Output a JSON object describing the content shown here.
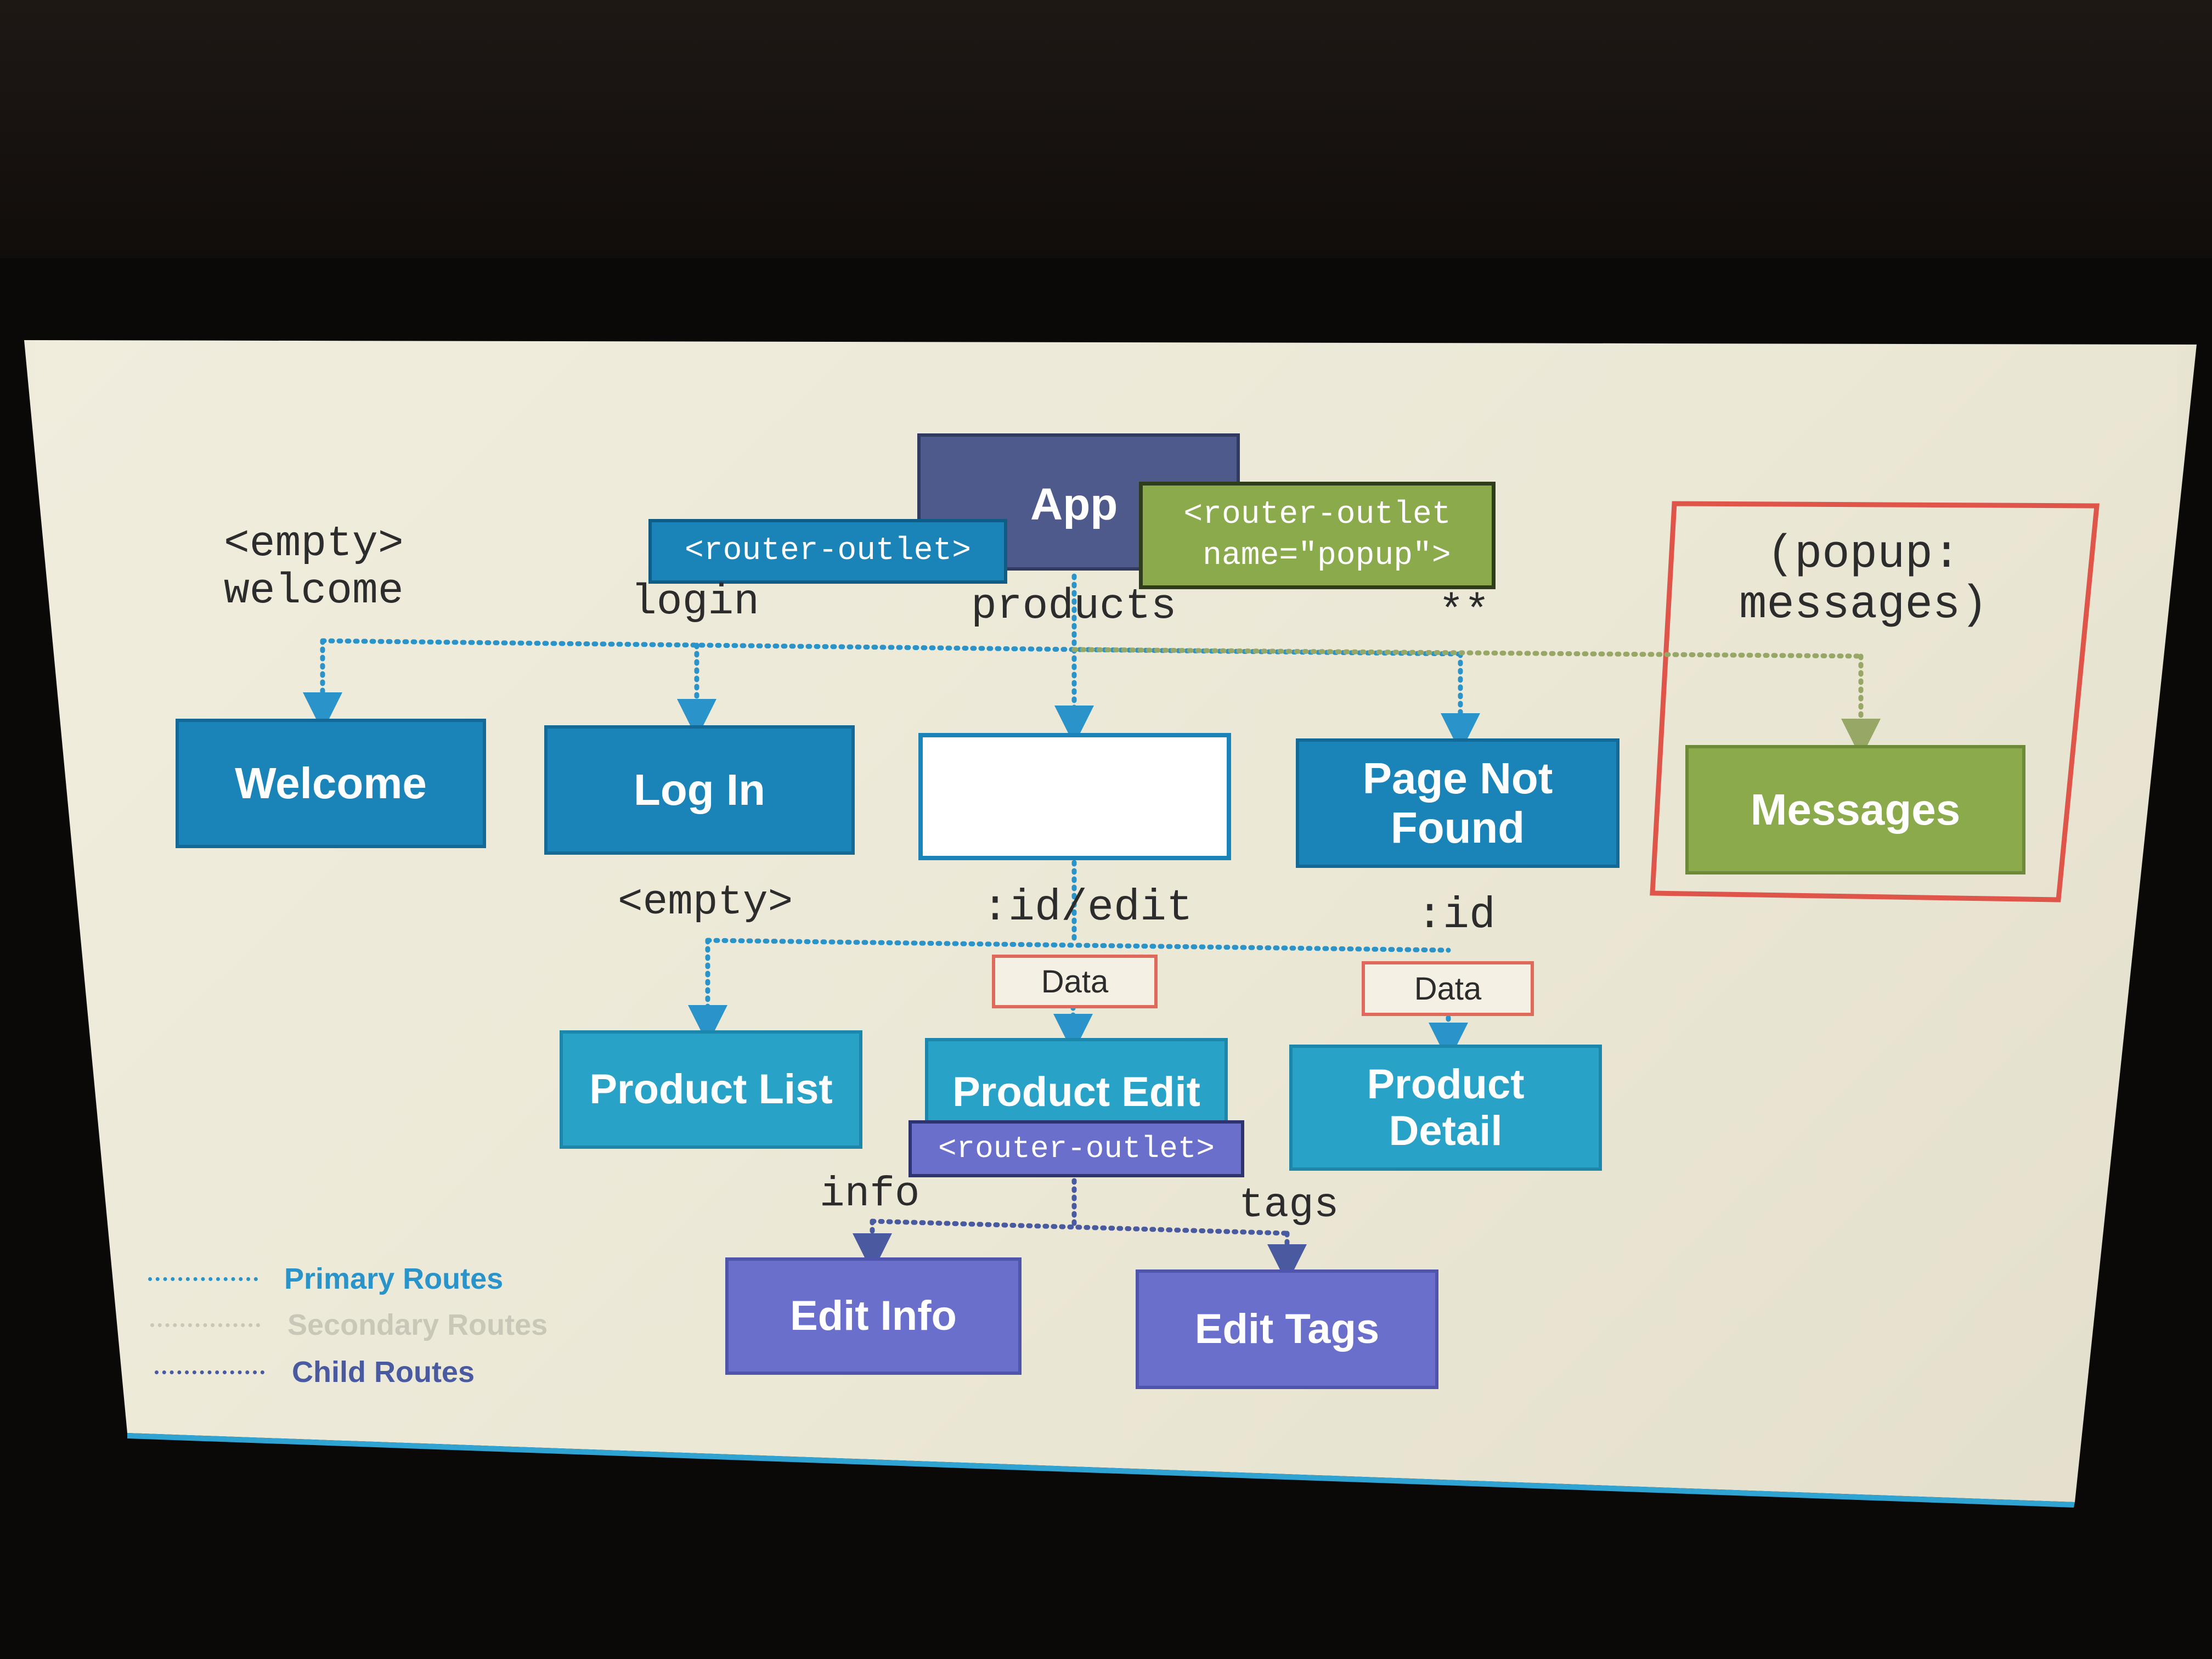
{
  "nodes": {
    "app": "App",
    "welcome": "Welcome",
    "login": "Log In",
    "products": "",
    "page_not_found": "Page Not Found",
    "messages": "Messages",
    "product_list": "Product List",
    "product_edit": "Product Edit",
    "product_detail": "Product Detail",
    "edit_info": "Edit Info",
    "edit_tags": "Edit Tags"
  },
  "outlets": {
    "primary": "<router-outlet>",
    "popup": "<router-outlet\n name=\"popup\">",
    "child": "<router-outlet>"
  },
  "route_paths": {
    "welcome": "<empty>\nwelcome",
    "login": "login",
    "products": "products",
    "wildcard": "**",
    "popup_messages": "(popup:\nmessages)",
    "product_list": "<empty>",
    "product_edit": ":id/edit",
    "product_detail": ":id",
    "edit_info": "info",
    "edit_tags": "tags"
  },
  "resolvers": {
    "product_edit": "Data",
    "product_detail": "Data"
  },
  "legend": {
    "items": [
      {
        "label": "Primary Routes",
        "color": "#2a93c9"
      },
      {
        "label": "Secondary Routes",
        "color": "#c9c7b8"
      },
      {
        "label": "Child Routes",
        "color": "#4a5aa0"
      }
    ]
  },
  "colors": {
    "primary_node": "#1a84b8",
    "child_node": "#29a2c7",
    "grandchild_node": "#6a6fcb",
    "secondary_node": "#8aaa4c",
    "app_node": "#4f5a8c",
    "highlight_border": "#e0554a"
  }
}
